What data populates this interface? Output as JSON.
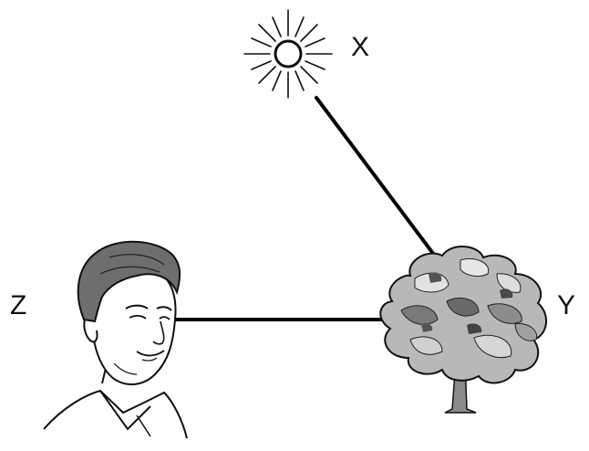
{
  "labels": {
    "x": "X",
    "y": "Y",
    "z": "Z"
  },
  "figures": {
    "sun": "sun-icon",
    "tree": "tree-icon",
    "person": "person-head-icon"
  },
  "colors": {
    "line": "#000000",
    "tree_light": "#c8c8c8",
    "tree_mid": "#9a9a9a",
    "tree_dark": "#5a5a5a",
    "hair": "#6e6e6e",
    "outline": "#111111"
  }
}
